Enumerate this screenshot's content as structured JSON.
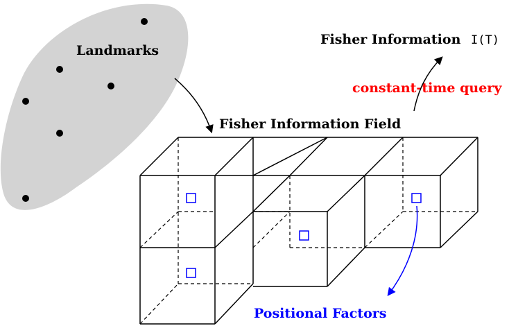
{
  "labels": {
    "landmarks": "Landmarks",
    "field": "Fisher Information Field",
    "fisher_info_text": "Fisher Information",
    "fisher_info_symbol": "I(T)",
    "query": "constant-time query",
    "positional_factors": "Positional Factors"
  },
  "colors": {
    "landmark_blob": "#d3d3d3",
    "landmark_dot": "#000000",
    "query_text": "#ff0000",
    "factor_color": "#0000ff",
    "line": "#000000"
  },
  "diagram": {
    "landmark_count": 6,
    "cube_count": 5,
    "positional_factor_count": 4
  }
}
